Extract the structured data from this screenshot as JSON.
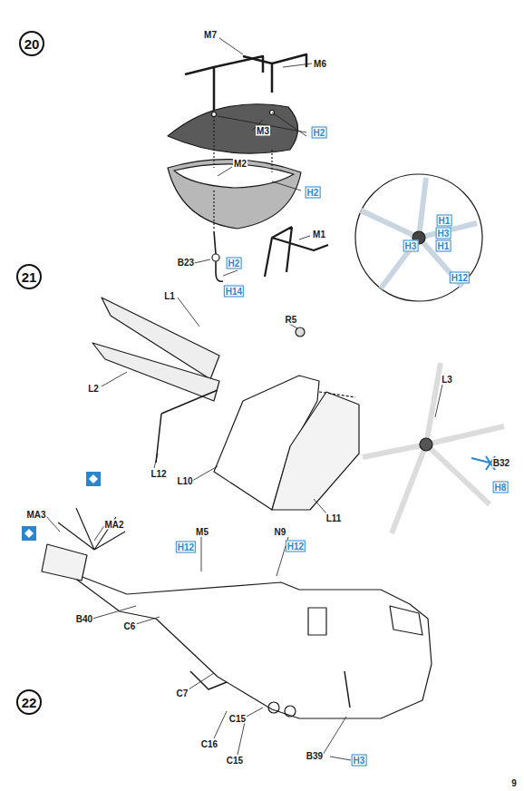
{
  "diagram": {
    "nodes": [
      {
        "text": [
          "20"
        ]
      },
      {
        "text": [
          "21"
        ]
      },
      {
        "text": [
          "22"
        ]
      }
    ],
    "edges": [],
    "labels": [
      "M6",
      "M7",
      "H2",
      "M3",
      "M2",
      "H2",
      "B23",
      "H2",
      "H14",
      "M1",
      "H1",
      "H3",
      "H3",
      "H1",
      "H12",
      "L1",
      "R5",
      "L2",
      "L12",
      "L10",
      "L11",
      "L3",
      "B32",
      "H8",
      "MA3",
      "MA2",
      "M5",
      "H12",
      "N9",
      "H12",
      "B40",
      "C6",
      "C7",
      "C16",
      "C15",
      "C15",
      "B39",
      "H3",
      "9"
    ]
  }
}
